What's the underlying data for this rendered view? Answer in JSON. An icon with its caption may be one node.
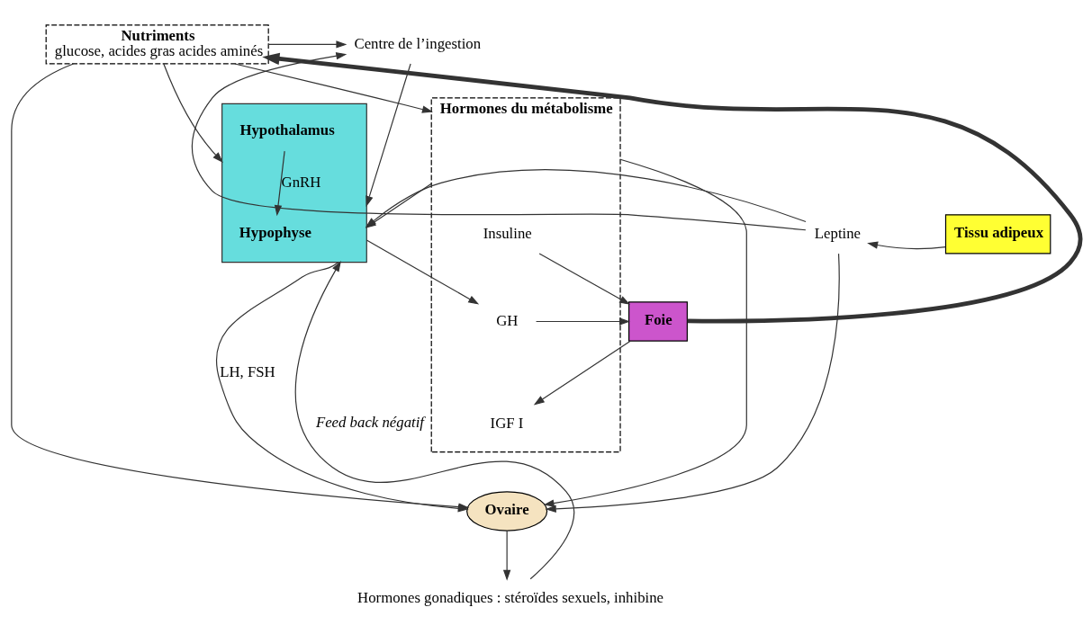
{
  "diagram": {
    "nodes": [
      {
        "text": [
          "Centre de l’ingestion"
        ]
      },
      {
        "text": [
          "Nutriments",
          "glucose, acides gras acides aminés"
        ]
      },
      {
        "text": [],
        "shape": "box"
      },
      {
        "text": [
          "Hypothalamus"
        ],
        "in": 2
      },
      {
        "text": [
          "Hypophyse"
        ],
        "in": 2
      },
      {
        "text": [
          "Hormones du métabolisme"
        ]
      },
      {
        "text": [
          "Insuline"
        ],
        "in": 5
      },
      {
        "text": [
          "GH"
        ],
        "in": 5
      },
      {
        "text": [
          "IGF I"
        ],
        "in": 5
      },
      {
        "text": [
          "Foie"
        ]
      },
      {
        "text": [
          "Leptine"
        ]
      },
      {
        "text": [
          "Tissu adipeux"
        ]
      },
      {
        "text": [
          "Ovaire"
        ]
      },
      {
        "text": [
          "Hormones gonadiques : stéroïdes sexuels, inhibine"
        ]
      }
    ],
    "edges": [
      {
        "from": 1,
        "to": 0,
        "arrow": "to"
      },
      {
        "from": 0,
        "to": 2,
        "arrow": "to"
      },
      {
        "from": 1,
        "to": 2,
        "arrow": "to"
      },
      {
        "from": 5,
        "to": 2,
        "arrow": "to"
      },
      {
        "from": 1,
        "to": 5,
        "arrow": "to"
      },
      {
        "from": 3,
        "to": 4,
        "label": "GnRH",
        "arrow": "to"
      },
      {
        "from": 6,
        "to": 9,
        "arrow": "to"
      },
      {
        "from": 7,
        "to": 9,
        "arrow": "to"
      },
      {
        "from": 9,
        "to": 1,
        "arrow": "to",
        "style": "thick"
      },
      {
        "from": 9,
        "to": 8,
        "arrow": "to"
      },
      {
        "from": 2,
        "to": 7,
        "arrow": "to"
      },
      {
        "from": 2,
        "to": 12,
        "label": "LH, FSH",
        "arrow": "to"
      },
      {
        "from": 5,
        "to": 12,
        "arrow": "to"
      },
      {
        "from": 1,
        "to": 12,
        "arrow": "to"
      },
      {
        "from": 11,
        "to": 10,
        "arrow": "to"
      },
      {
        "from": 10,
        "to": 0,
        "arrow": "to"
      },
      {
        "from": 10,
        "to": 2,
        "arrow": "to"
      },
      {
        "from": 10,
        "to": 12,
        "arrow": "to"
      },
      {
        "from": 12,
        "to": 13,
        "arrow": "to"
      },
      {
        "from": 13,
        "to": 2,
        "label": "Feed back négatif",
        "arrow": "to"
      }
    ]
  }
}
